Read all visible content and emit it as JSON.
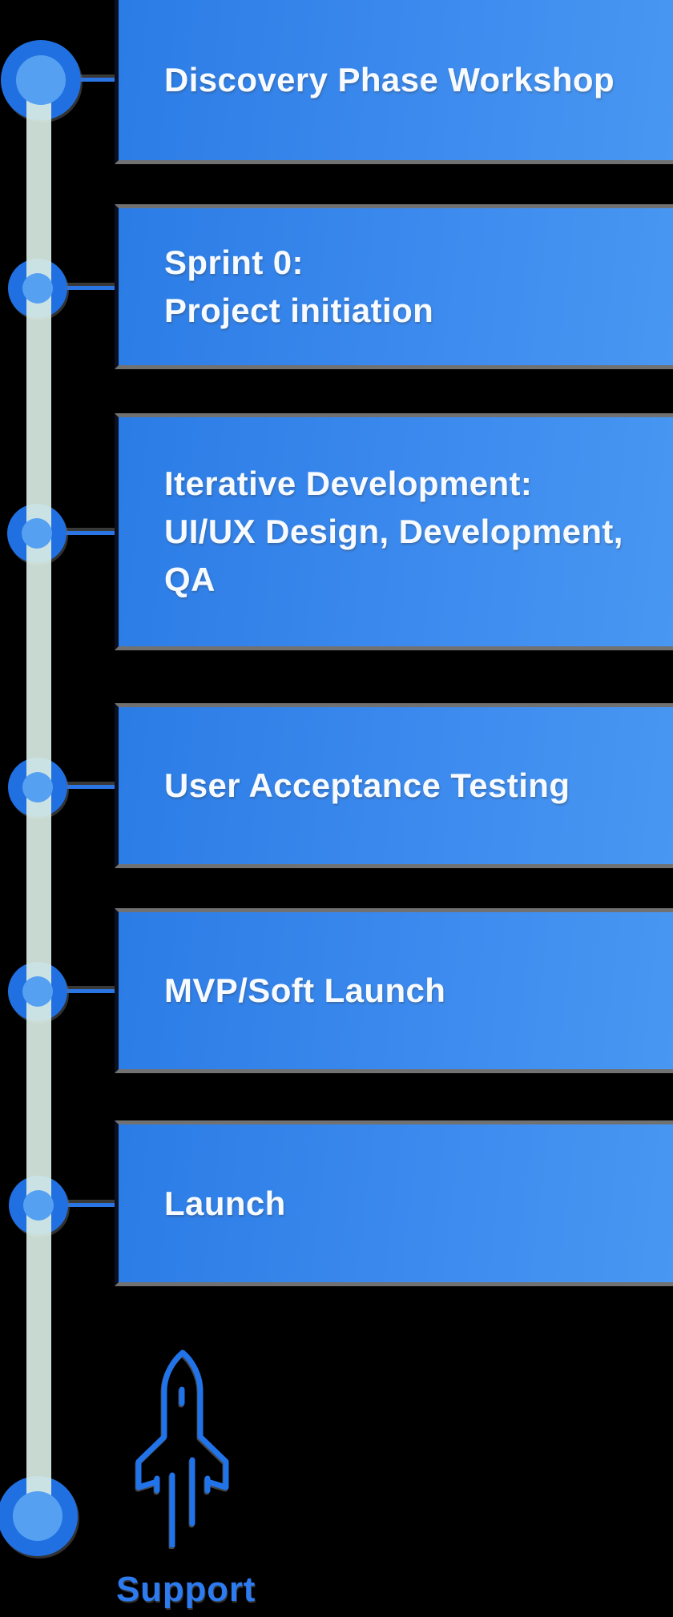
{
  "page": {
    "background": "#000000"
  },
  "timeline": {
    "steps": [
      {
        "id": "discovery",
        "title_lines": [
          "Discovery Phase Workshop"
        ]
      },
      {
        "id": "sprint-0",
        "title_lines": [
          "Sprint 0:",
          "Project initiation"
        ]
      },
      {
        "id": "iterative",
        "title_lines": [
          "Iterative Development:",
          "UI/UX Design, Development,",
          "QA"
        ]
      },
      {
        "id": "uat",
        "title_lines": [
          "User Acceptance Testing"
        ]
      },
      {
        "id": "mvp",
        "title_lines": [
          "MVP/Soft Launch"
        ]
      },
      {
        "id": "launch",
        "title_lines": [
          "Launch"
        ]
      }
    ],
    "final_step": {
      "label": "Support",
      "icon": "rocket-icon"
    },
    "colors": {
      "card_gradient_start": "#2b7ce6",
      "card_gradient_end": "#4897f2",
      "card_border": "#717171",
      "card_text": "#f7fbff",
      "node_outer": "#2170e2",
      "node_inner": "#55a0f1",
      "timeline_line": "#d9ece4",
      "connector": "#2b74e4",
      "support_text": "#2c7bf0",
      "rocket_stroke": "#2173ea"
    }
  }
}
